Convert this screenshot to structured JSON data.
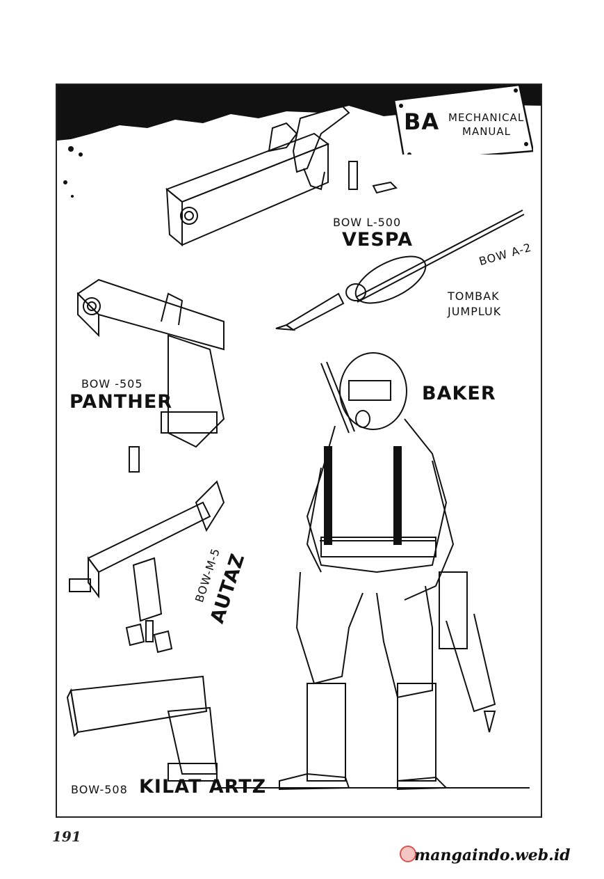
{
  "page": {
    "number": "191",
    "watermark": "mangaindo.web.id"
  },
  "sign": {
    "logo": "BA",
    "title_line1": "MECHANICAL",
    "title_line2": "MANUAL"
  },
  "items": {
    "vespa": {
      "code": "BOW L-500",
      "name": "VESPA"
    },
    "tombak": {
      "code": "BOW A-2",
      "name_line1": "TOMBAK",
      "name_line2": "JUMPLUK"
    },
    "panther": {
      "code": "BOW -505",
      "name": "PANTHER"
    },
    "autaz": {
      "code": "BOW-M-5",
      "name": "AUTAZ"
    },
    "kilat": {
      "code": "BOW-508",
      "name": "KILAT ARTZ"
    },
    "baker": {
      "name": "BAKER"
    }
  },
  "colors": {
    "ink": "#111111",
    "paper": "#ffffff",
    "watermark_accent": "#d9534f"
  }
}
